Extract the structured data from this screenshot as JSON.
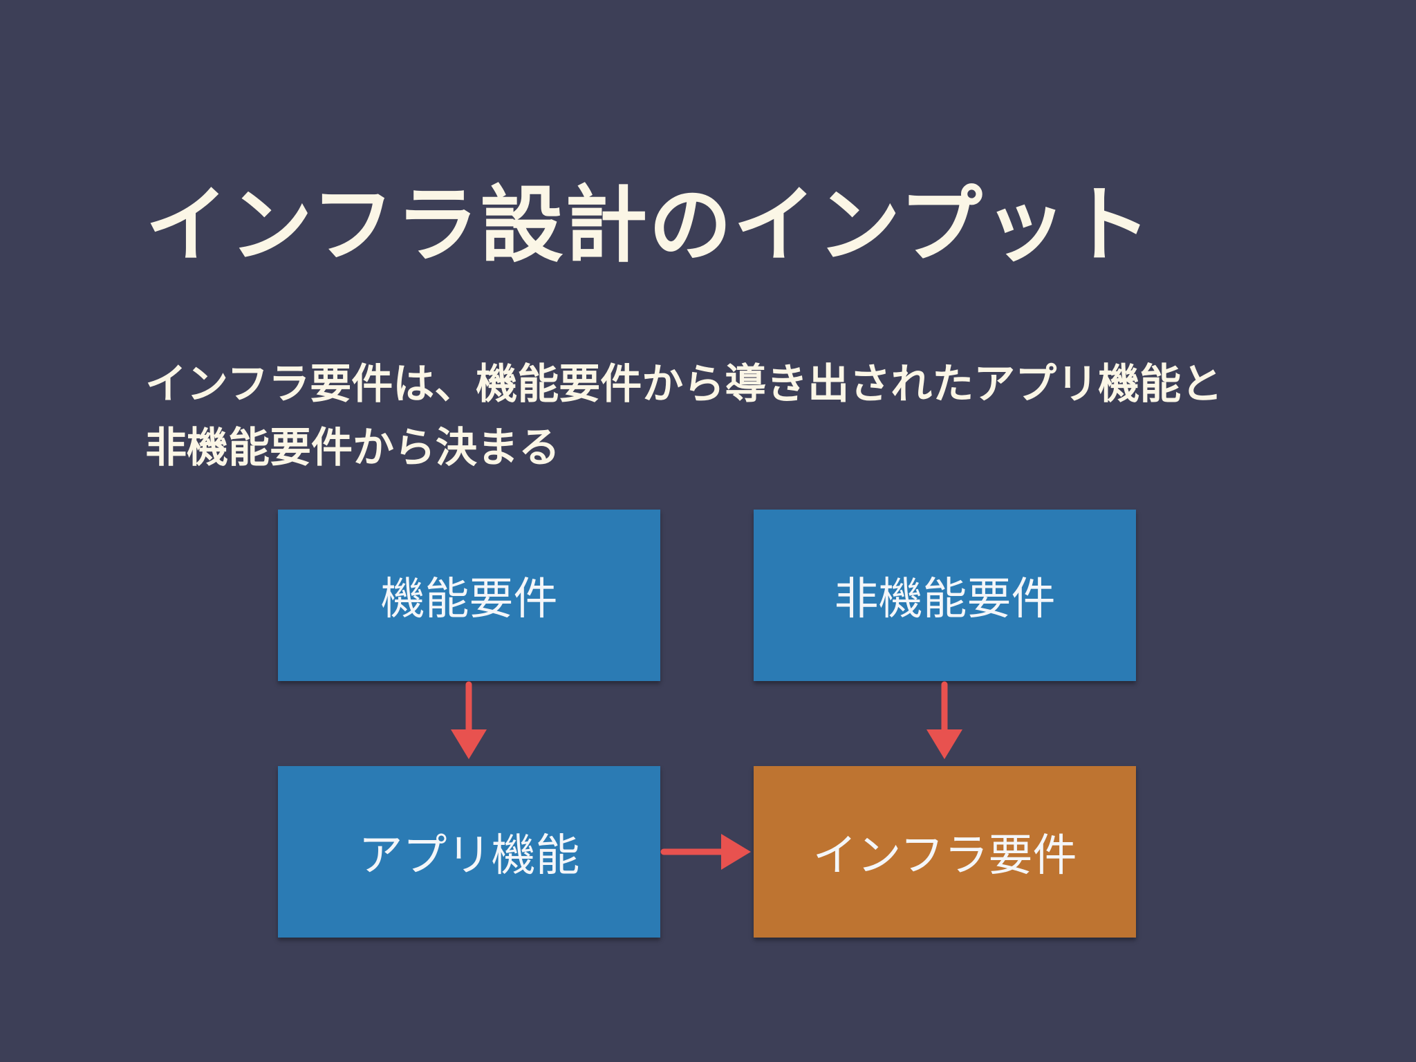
{
  "slide": {
    "title": "インフラ設計のインプット",
    "subtitle_lines": [
      "インフラ要件は、機能要件から導き出されたアプリ機能と",
      "非機能要件から決まる"
    ]
  },
  "diagram": {
    "nodes": {
      "functional": "機能要件",
      "non_functional": "非機能要件",
      "app_features": "アプリ機能",
      "infra_requirements": "インフラ要件"
    },
    "edges": [
      {
        "from": "functional",
        "to": "app_features"
      },
      {
        "from": "non_functional",
        "to": "infra_requirements"
      },
      {
        "from": "app_features",
        "to": "infra_requirements"
      }
    ],
    "colors": {
      "background": "#3d3f57",
      "text": "#fbf6e6",
      "box_blue": "#2b7bb4",
      "box_orange": "#be7431",
      "arrow": "#e8524f"
    }
  }
}
